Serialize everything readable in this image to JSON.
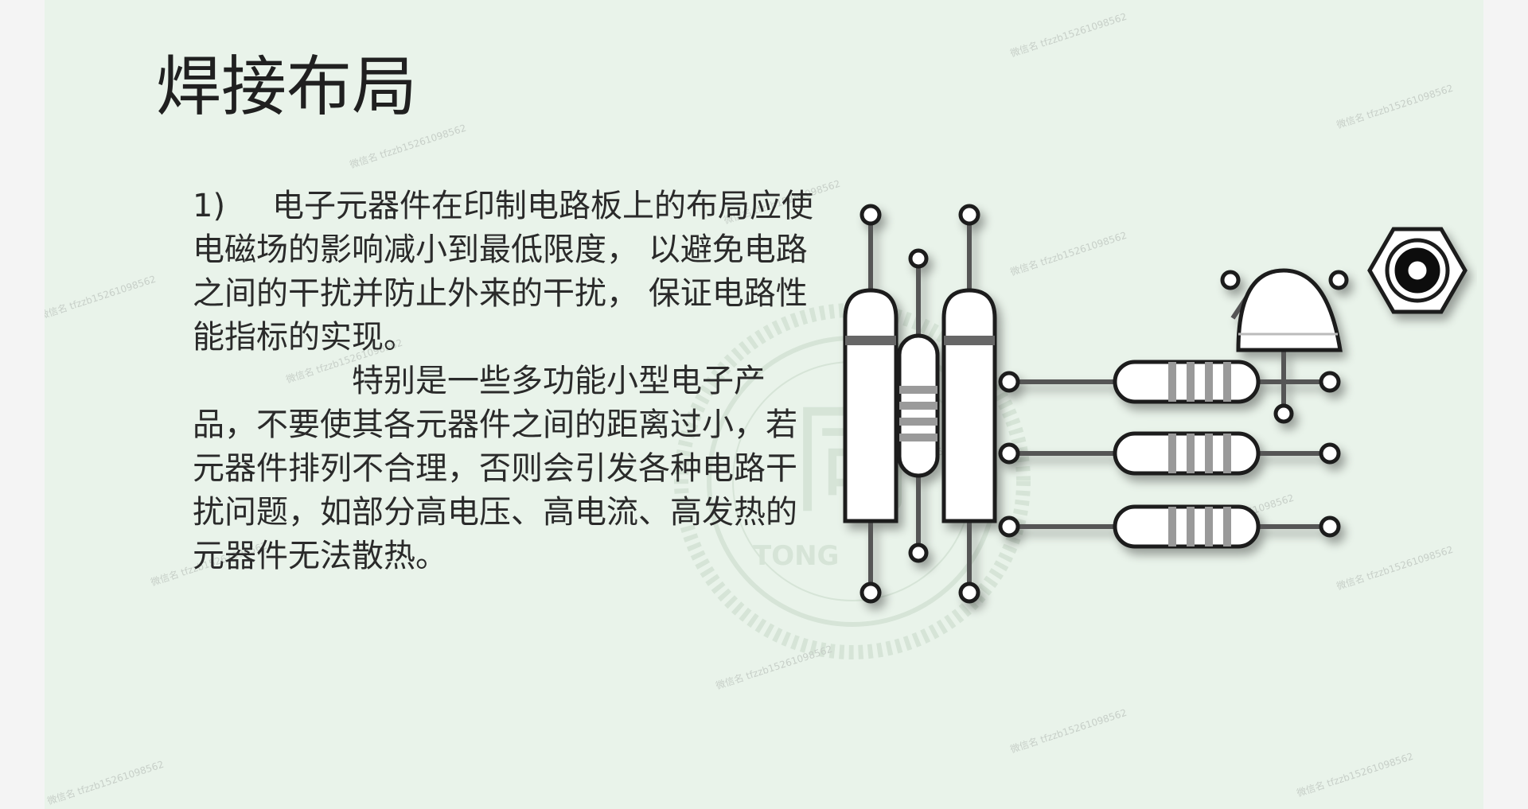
{
  "slide": {
    "title": "焊接布局",
    "paragraph1_number": "1)",
    "paragraph1_text": "电子元器件在印制电路板上的布局应使电磁场的影响减小到最低限度， 以避免电路之间的干扰并防止外来的干扰， 保证电路性能指标的实现。",
    "paragraph2_text": "特别是一些多功能小型电子产品，不要使其各元器件之间的距离过小，若元器件排列不合理，否则会引发各种电路干扰问题，如部分高电压、高电流、高发热的元器件无法散热。"
  },
  "colors": {
    "slide_background": "#e9f3ea",
    "page_background": "#f4f4f4",
    "text": "#2a2a2a",
    "component_fill": "#ffffff",
    "component_outline": "#1a1a1a",
    "band_gray": "#9a9a9a"
  },
  "illustration": {
    "icon": "electronic-components-icon",
    "components": [
      "capacitor",
      "resistor",
      "capacitor",
      "resistor",
      "resistor",
      "resistor",
      "led",
      "hex-nut"
    ]
  },
  "watermark": {
    "text": "微信名 tfzzb15261098562",
    "seal_text": "TONG"
  }
}
